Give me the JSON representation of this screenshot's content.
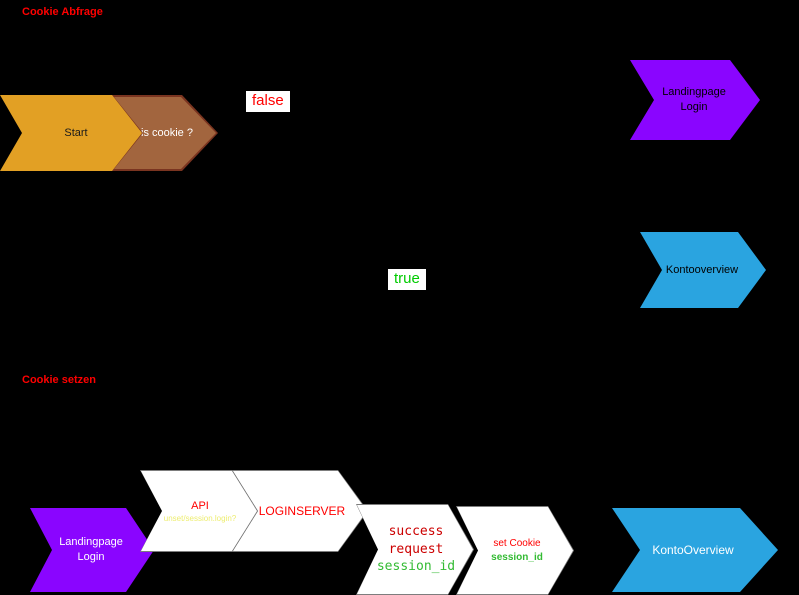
{
  "sections": {
    "cookie_query": "Cookie Abfrage",
    "cookie_set": "Cookie setzen"
  },
  "decision": {
    "false_label": "false",
    "true_label": "true"
  },
  "nodes": {
    "start": {
      "label": "Start"
    },
    "is_cookie": {
      "label": "is cookie ?"
    },
    "landingpage_login_top": {
      "line1": "Landingpage",
      "line2": "Login"
    },
    "kontooverview": {
      "label": "Kontooverview"
    },
    "landingpage_login_bottom": {
      "line1": "Landingpage",
      "line2": "Login"
    },
    "api": {
      "label": "API",
      "sublabel": "unset/session.login?"
    },
    "loginserver": {
      "label": "LOGINSERVER"
    },
    "success_request": {
      "line1": "success",
      "line2": "request",
      "line3": "session_id"
    },
    "set_cookie": {
      "line1": "set Cookie",
      "line2": "session_id"
    },
    "kontooverview_final": {
      "label": "KontoOverview"
    }
  },
  "colors": {
    "background": "#000000",
    "orange": "#E2A024",
    "brown": "#A2653E",
    "brown_border": "#7A3420",
    "purple": "#8A05FF",
    "blue": "#2AA4E0",
    "red": "#FF0000",
    "dark_red": "#CC0000",
    "green": "#33BB33",
    "bright_green": "#00CC00",
    "yellow": "#EDED70",
    "node_white": "#FFFFFF"
  }
}
